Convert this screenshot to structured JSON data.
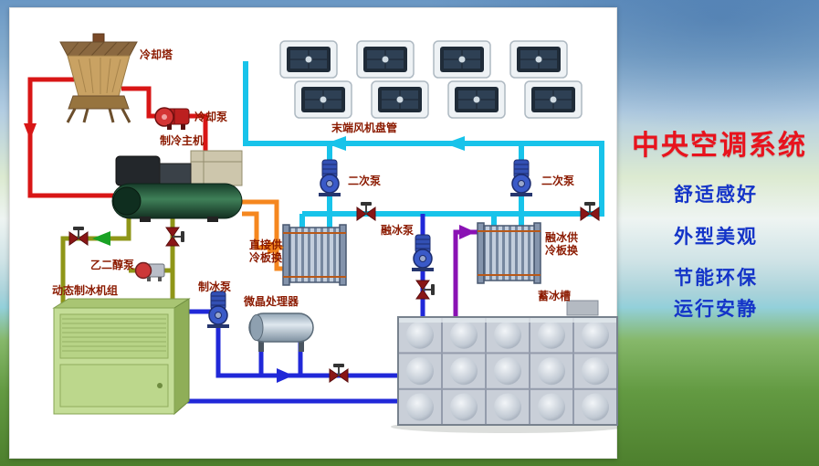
{
  "panel": {
    "title": "中央空调系统",
    "features": [
      "舒适感好",
      "外型美观",
      "节能环保",
      "运行安静"
    ]
  },
  "diagram": {
    "labels": {
      "cooling_tower": "冷却塔",
      "cooling_pump": "冷却泵",
      "chiller": "制冷主机",
      "fan_coil_units": "末端风机盘管",
      "secondary_pump": "二次泵",
      "melt_ice_pump": "融冰泵",
      "direct_cooling_hx": "直接供冷板换",
      "melt_cooling_hx": "融冰供冷板换",
      "glycol_pump": "乙二醇泵",
      "ice_making_unit": "动态制冰机组",
      "ice_making_pump": "制冰泵",
      "crystal_processor": "微晶处理器",
      "ice_storage_tank": "蓄冰槽"
    },
    "pipe_colors": {
      "cooling_water": "#d81616",
      "chilled_water": "#18c3ea",
      "ice_water": "#2028d8",
      "glycol": "#8f9618",
      "melt_ice_supply": "#8a12b4",
      "direct_supply": "#f5871f",
      "flow_arrow_green": "#1aa224"
    },
    "title_color": "#e8131d",
    "feature_color": "#1434c8"
  }
}
